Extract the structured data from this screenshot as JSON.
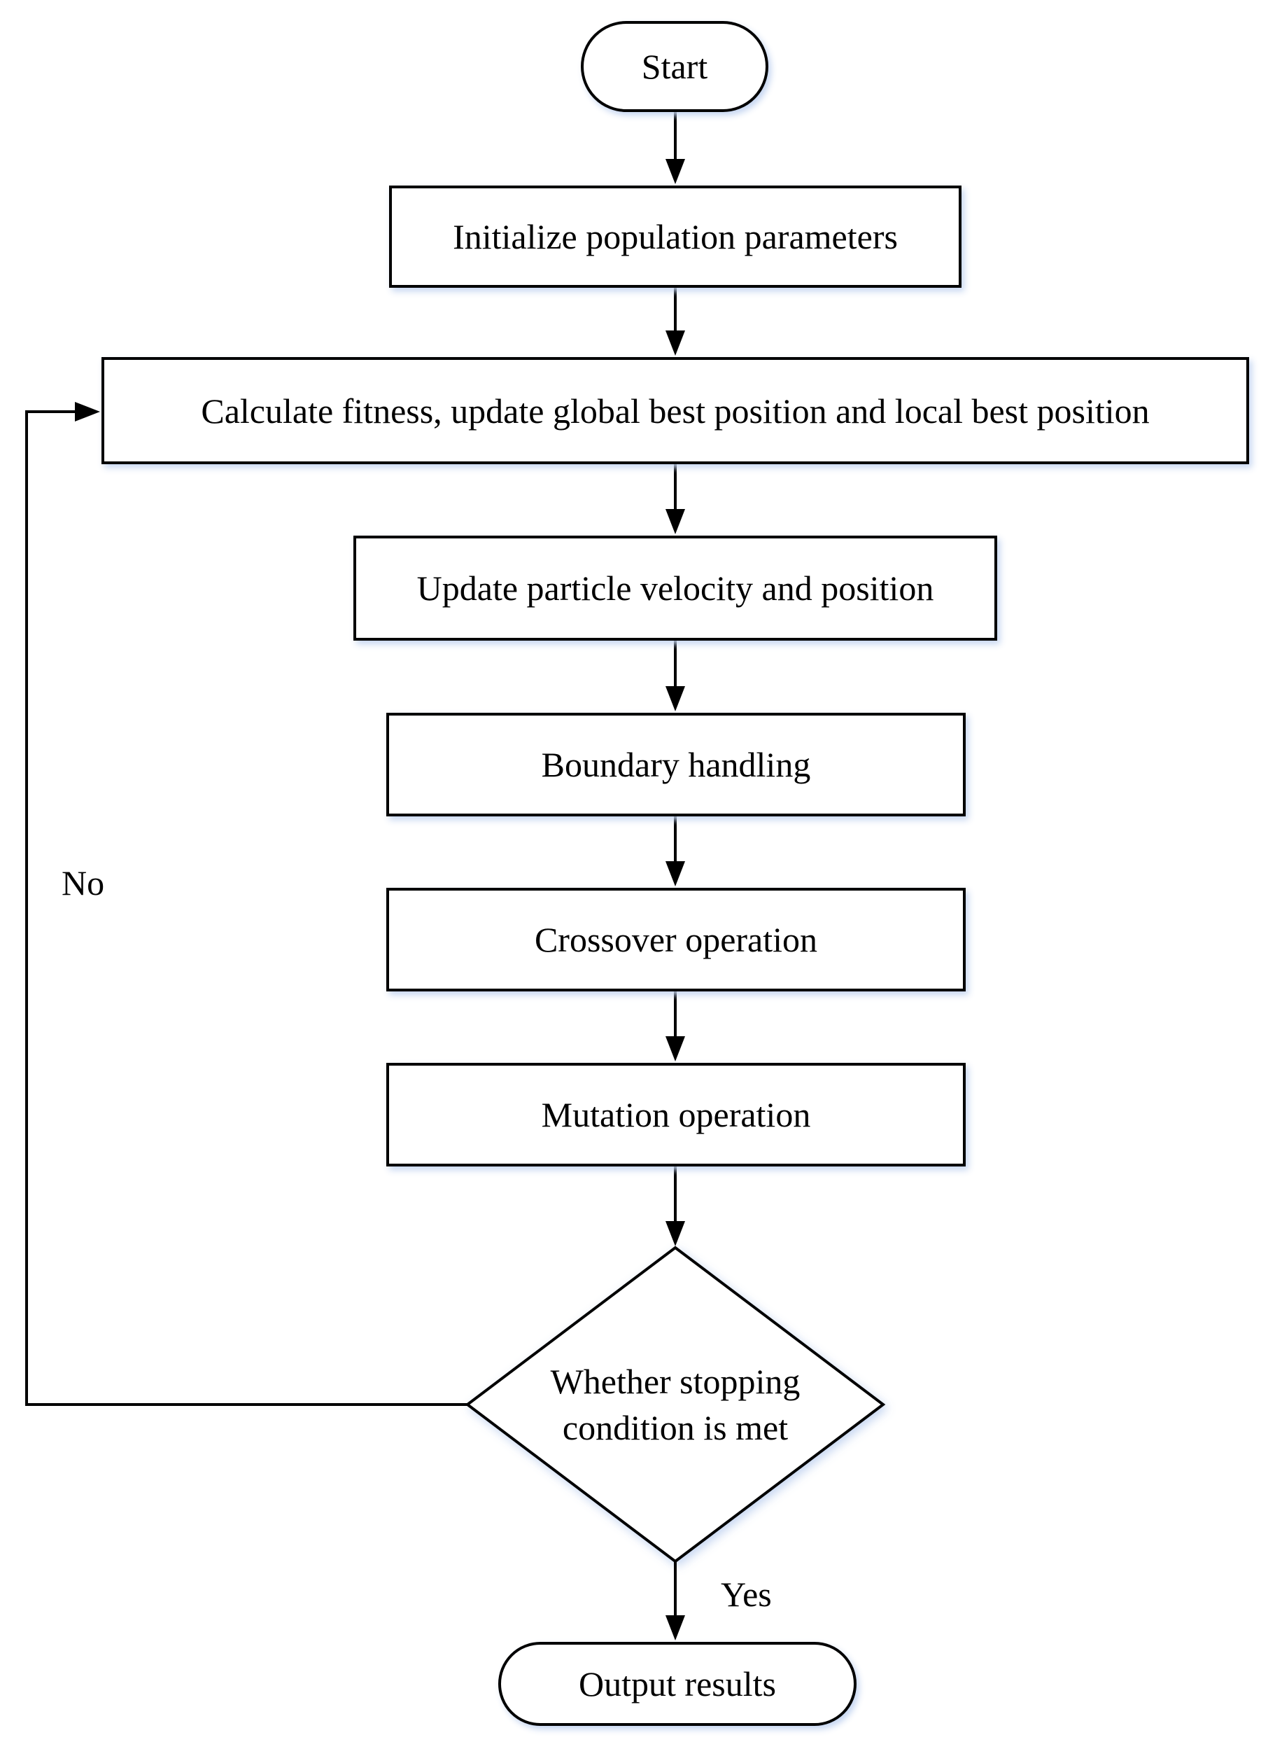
{
  "figure": {
    "type": "flowchart",
    "background_color": "#ffffff",
    "stroke_color": "#000000",
    "node_fill_color": "#ffffff",
    "glow_color": "#dbe6f7"
  },
  "nodes": {
    "start": {
      "shape": "stadium",
      "label": "Start"
    },
    "initialize": {
      "shape": "process",
      "label": "Initialize population parameters"
    },
    "calculate": {
      "shape": "process",
      "label": "Calculate fitness, update global best position and local best position"
    },
    "update": {
      "shape": "process",
      "label": "Update particle velocity and position"
    },
    "boundary": {
      "shape": "process",
      "label": "Boundary handling"
    },
    "crossover": {
      "shape": "process",
      "label": "Crossover operation"
    },
    "mutation": {
      "shape": "process",
      "label": "Mutation operation"
    },
    "decision": {
      "shape": "decision",
      "label": "Whether stopping condition is met",
      "line1": "Whether stopping",
      "line2": "condition is met"
    },
    "output": {
      "shape": "stadium",
      "label": "Output results"
    }
  },
  "edge_labels": {
    "no": "No",
    "yes": "Yes"
  },
  "edges": [
    {
      "from": "start",
      "to": "initialize"
    },
    {
      "from": "initialize",
      "to": "calculate"
    },
    {
      "from": "calculate",
      "to": "update"
    },
    {
      "from": "update",
      "to": "boundary"
    },
    {
      "from": "boundary",
      "to": "crossover"
    },
    {
      "from": "crossover",
      "to": "mutation"
    },
    {
      "from": "mutation",
      "to": "decision"
    },
    {
      "from": "decision",
      "to": "output",
      "label": "Yes"
    },
    {
      "from": "decision",
      "to": "calculate",
      "label": "No"
    }
  ]
}
